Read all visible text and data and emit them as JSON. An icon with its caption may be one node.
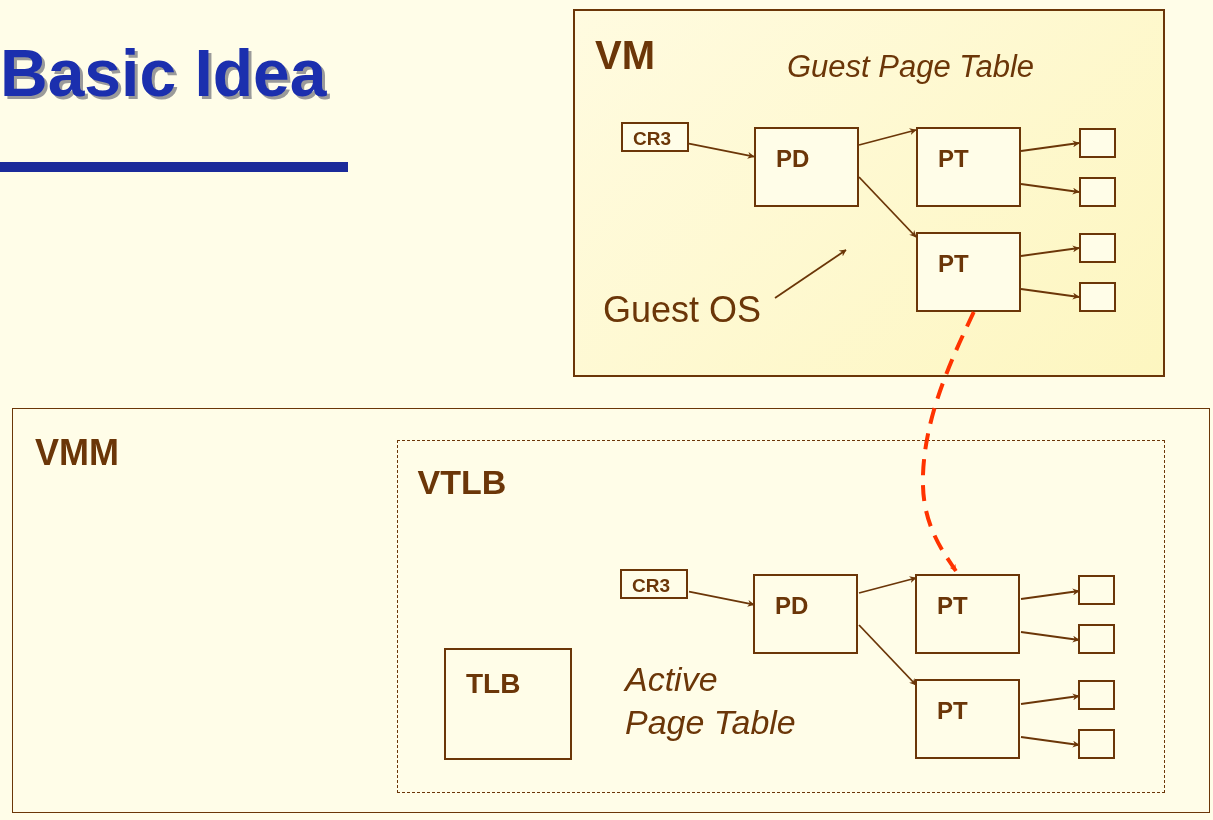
{
  "diagram": {
    "title": "Basic Idea",
    "nodes": [
      {
        "text": [
          "VM",
          "Guest Page Table"
        ]
      },
      {
        "text": [
          "CR3"
        ],
        "in": 0
      },
      {
        "text": [
          "PD"
        ],
        "in": 0
      },
      {
        "text": [
          "PT"
        ],
        "in": 0
      },
      {
        "text": [
          "PT"
        ],
        "in": 0
      },
      {
        "text": [],
        "shape": "box",
        "in": 0
      },
      {
        "text": [],
        "shape": "box",
        "in": 0
      },
      {
        "text": [],
        "shape": "box",
        "in": 0
      },
      {
        "text": [],
        "shape": "box",
        "in": 0
      },
      {
        "text": [
          "Guest OS"
        ],
        "in": 0
      },
      {
        "text": [
          "VMM"
        ]
      },
      {
        "text": [
          "VTLB"
        ],
        "in": 10
      },
      {
        "text": [
          "CR3"
        ],
        "in": 11
      },
      {
        "text": [
          "PD"
        ],
        "in": 11
      },
      {
        "text": [
          "PT"
        ],
        "in": 11
      },
      {
        "text": [
          "PT"
        ],
        "in": 11
      },
      {
        "text": [],
        "shape": "box",
        "in": 11
      },
      {
        "text": [],
        "shape": "box",
        "in": 11
      },
      {
        "text": [],
        "shape": "box",
        "in": 11
      },
      {
        "text": [],
        "shape": "box",
        "in": 11
      },
      {
        "text": [
          "TLB"
        ],
        "in": 11
      }
    ],
    "edges": [
      {
        "from": 1,
        "to": 2,
        "arrow": "to"
      },
      {
        "from": 2,
        "to": 3,
        "arrow": "to"
      },
      {
        "from": 2,
        "to": 4,
        "arrow": "to"
      },
      {
        "from": 3,
        "to": 5,
        "arrow": "to"
      },
      {
        "from": 3,
        "to": 6,
        "arrow": "to"
      },
      {
        "from": 4,
        "to": 7,
        "arrow": "to"
      },
      {
        "from": 4,
        "to": 8,
        "arrow": "to"
      },
      {
        "from": 9,
        "to": null,
        "arrow": "to"
      },
      {
        "from": 4,
        "to": 14,
        "arrow": "to",
        "style": "dashed",
        "color": "#ff3300"
      },
      {
        "from": 12,
        "to": 13,
        "arrow": "to"
      },
      {
        "from": 13,
        "to": 14,
        "arrow": "to"
      },
      {
        "from": 13,
        "to": 15,
        "arrow": "to"
      },
      {
        "from": 14,
        "to": 16,
        "arrow": "to"
      },
      {
        "from": 14,
        "to": 17,
        "arrow": "to"
      },
      {
        "from": 15,
        "to": 18,
        "arrow": "to"
      },
      {
        "from": 15,
        "to": 19,
        "arrow": "to"
      }
    ],
    "labels": [
      "Active Page Table"
    ]
  }
}
